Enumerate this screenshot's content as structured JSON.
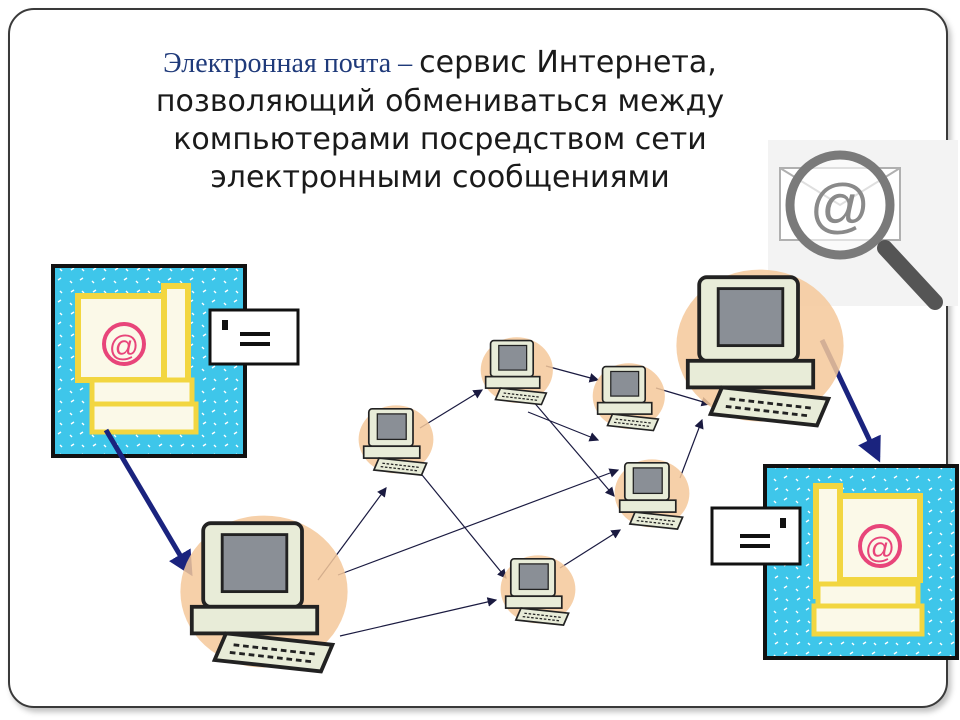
{
  "definition": {
    "term": "Электронная почта",
    "dash": " – ",
    "line1_rest": "сервис Интернета,",
    "line2": "позволяющий обмениваться между",
    "line3": "компьютерами посредством сети",
    "line4": "электронными сообщениями"
  },
  "icons": {
    "at_symbol": "@",
    "sender_badge": "@",
    "receiver_badge": "@"
  },
  "colors": {
    "frame": "#3a3a3a",
    "term_color": "#1f3a7a",
    "arrow_thick": "#1a237e",
    "arrow_thin": "#1a1a40",
    "screen": "#3ec6ea",
    "monitor_body": "#e8ecd8",
    "glow": "#f4c89a"
  }
}
